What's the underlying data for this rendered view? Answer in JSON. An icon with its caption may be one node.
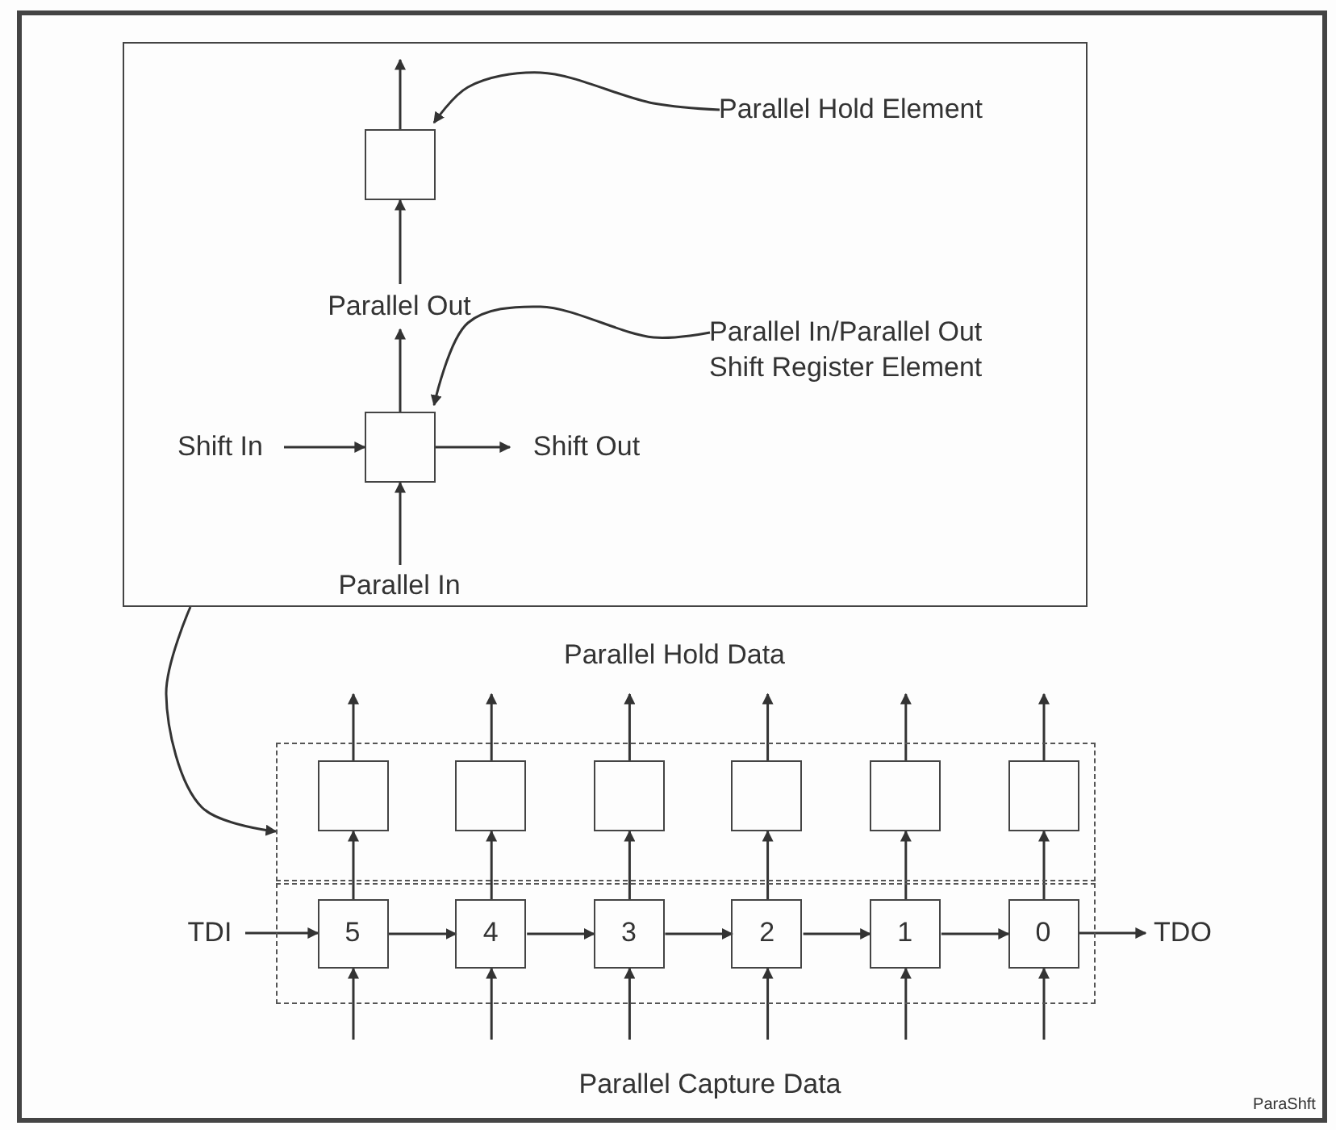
{
  "diagram": {
    "nodes": [
      {
        "text": [],
        "shape": "box"
      },
      {
        "text": [],
        "shape": "box",
        "in": 0
      },
      {
        "text": [
          "Parallel Hold Element"
        ],
        "in": 0
      },
      {
        "text": [
          "Parallel Out"
        ],
        "in": 0
      },
      {
        "text": [],
        "shape": "box",
        "in": 0
      },
      {
        "text": [
          "Parallel In/Parallel Out Shift Register Element"
        ],
        "in": 0
      },
      {
        "text": [
          "Shift In"
        ],
        "in": 0
      },
      {
        "text": [
          "Shift Out"
        ],
        "in": 0
      },
      {
        "text": [
          "Parallel In"
        ],
        "in": 0
      },
      {
        "text": [],
        "shape": "box"
      },
      {
        "text": [],
        "shape": "box"
      },
      {
        "text": [],
        "shape": "box",
        "in": 9
      },
      {
        "text": [],
        "shape": "box",
        "in": 9
      },
      {
        "text": [],
        "shape": "box",
        "in": 9
      },
      {
        "text": [],
        "shape": "box",
        "in": 9
      },
      {
        "text": [],
        "shape": "box",
        "in": 9
      },
      {
        "text": [],
        "shape": "box",
        "in": 9
      },
      {
        "text": [
          "5"
        ],
        "in": 10
      },
      {
        "text": [
          "4"
        ],
        "in": 10
      },
      {
        "text": [
          "3"
        ],
        "in": 10
      },
      {
        "text": [
          "2"
        ],
        "in": 10
      },
      {
        "text": [
          "1"
        ],
        "in": 10
      },
      {
        "text": [
          "0"
        ],
        "in": 10
      },
      {
        "text": [
          "TDI"
        ]
      },
      {
        "text": [
          "TDO"
        ]
      }
    ],
    "edges": [
      {
        "from": 1,
        "to": null,
        "arrow": "to"
      },
      {
        "from": 3,
        "to": 1,
        "arrow": "to"
      },
      {
        "from": 2,
        "to": 1,
        "arrow": "to"
      },
      {
        "from": 4,
        "to": 3,
        "arrow": "to"
      },
      {
        "from": 5,
        "to": 4,
        "arrow": "to"
      },
      {
        "from": 6,
        "to": 4,
        "arrow": "to"
      },
      {
        "from": 4,
        "to": 7,
        "arrow": "to"
      },
      {
        "from": 8,
        "to": 4,
        "arrow": "to"
      },
      {
        "from": 0,
        "to": 9,
        "arrow": "to"
      },
      {
        "from": 11,
        "to": null,
        "arrow": "to"
      },
      {
        "from": 12,
        "to": null,
        "arrow": "to"
      },
      {
        "from": 13,
        "to": null,
        "arrow": "to"
      },
      {
        "from": 14,
        "to": null,
        "arrow": "to"
      },
      {
        "from": 15,
        "to": null,
        "arrow": "to"
      },
      {
        "from": 16,
        "to": null,
        "arrow": "to"
      },
      {
        "from": 17,
        "to": 11,
        "arrow": "to"
      },
      {
        "from": 18,
        "to": 12,
        "arrow": "to"
      },
      {
        "from": 19,
        "to": 13,
        "arrow": "to"
      },
      {
        "from": 20,
        "to": 14,
        "arrow": "to"
      },
      {
        "from": 21,
        "to": 15,
        "arrow": "to"
      },
      {
        "from": 22,
        "to": 16,
        "arrow": "to"
      },
      {
        "from": null,
        "to": 17,
        "arrow": "to"
      },
      {
        "from": null,
        "to": 18,
        "arrow": "to"
      },
      {
        "from": null,
        "to": 19,
        "arrow": "to"
      },
      {
        "from": null,
        "to": 20,
        "arrow": "to"
      },
      {
        "from": null,
        "to": 21,
        "arrow": "to"
      },
      {
        "from": null,
        "to": 22,
        "arrow": "to"
      },
      {
        "from": 23,
        "to": 17,
        "arrow": "to"
      },
      {
        "from": 17,
        "to": 18,
        "arrow": "to"
      },
      {
        "from": 18,
        "to": 19,
        "arrow": "to"
      },
      {
        "from": 19,
        "to": 20,
        "arrow": "to"
      },
      {
        "from": 20,
        "to": 21,
        "arrow": "to"
      },
      {
        "from": 21,
        "to": 22,
        "arrow": "to"
      },
      {
        "from": 22,
        "to": 24,
        "arrow": "to"
      }
    ],
    "labels": [
      "Parallel Hold Data",
      "Parallel Capture Data",
      "ParaShft"
    ]
  }
}
